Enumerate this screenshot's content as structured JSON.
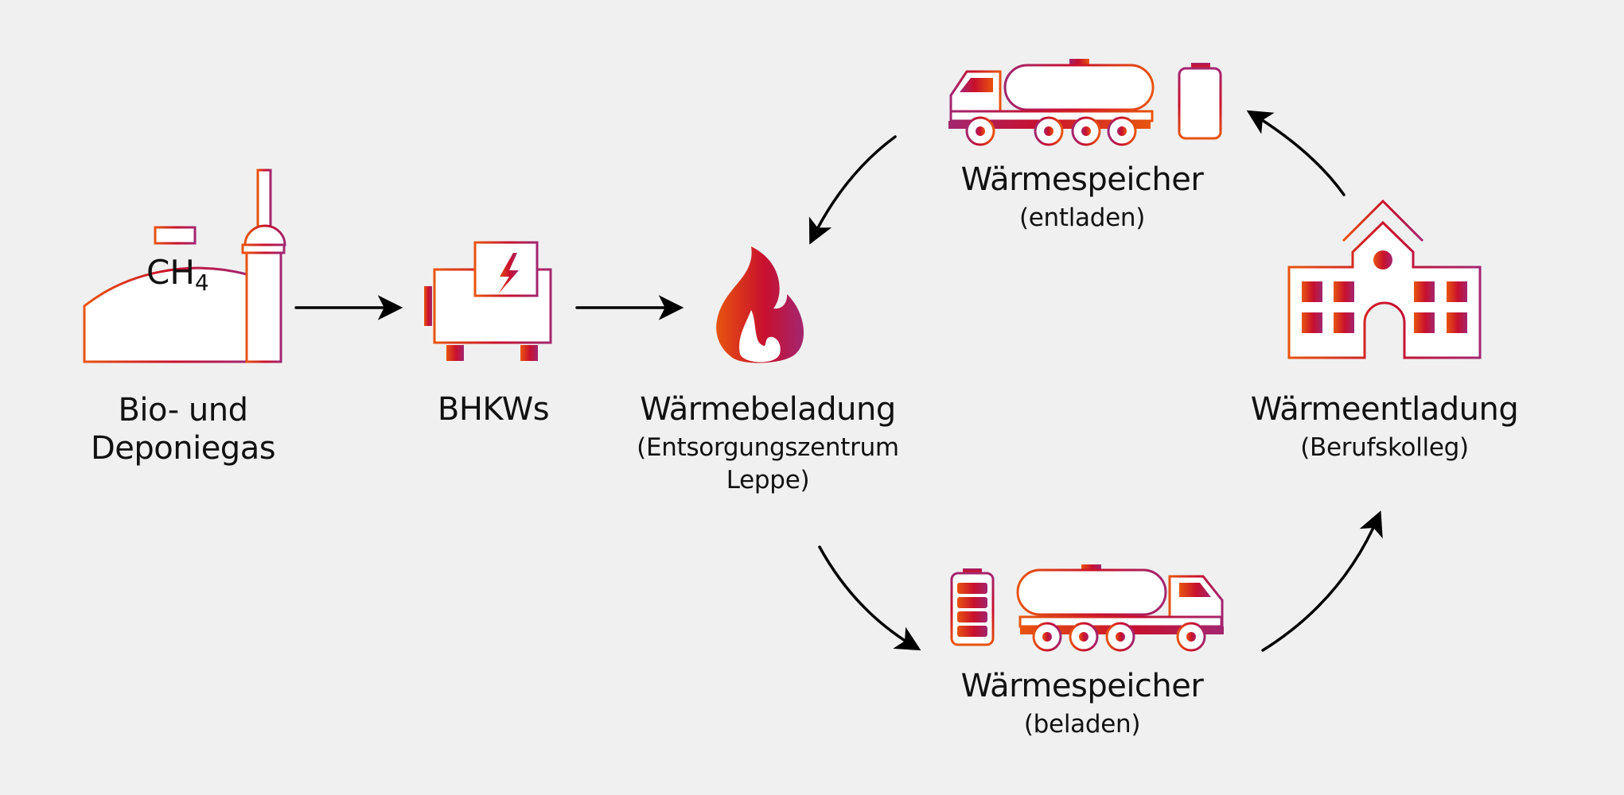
{
  "colors": {
    "background": "#f0f0f0",
    "gradient_start": "#e8540f",
    "gradient_mid": "#c8102e",
    "gradient_end": "#a3266f",
    "arrow": "#000000",
    "text": "#111111"
  },
  "nodes": {
    "biogas": {
      "icon": "biogas-plant-icon",
      "formula_main": "CH",
      "formula_sub": "4",
      "label_line1": "Bio- und",
      "label_line2": "Deponiegas"
    },
    "bhkw": {
      "icon": "generator-icon",
      "label": "BHKWs"
    },
    "beladung": {
      "icon": "flame-icon",
      "label": "Wärmebeladung",
      "sub_line1": "(Entsorgungszentrum",
      "sub_line2": "Leppe)"
    },
    "speicher_entladen": {
      "icon": "tanker-truck-empty-battery-icon",
      "label": "Wärmespeicher",
      "sub": "(entladen)"
    },
    "speicher_beladen": {
      "icon": "tanker-truck-full-battery-icon",
      "label": "Wärmespeicher",
      "sub": "(beladen)"
    },
    "entladung": {
      "icon": "school-building-icon",
      "label": "Wärmeentladung",
      "sub": "(Berufskolleg)"
    }
  },
  "edges": [
    {
      "from": "biogas",
      "to": "bhkw",
      "style": "straight"
    },
    {
      "from": "bhkw",
      "to": "beladung",
      "style": "straight"
    },
    {
      "from": "beladung",
      "to": "speicher_beladen",
      "style": "curved"
    },
    {
      "from": "speicher_beladen",
      "to": "entladung",
      "style": "curved"
    },
    {
      "from": "entladung",
      "to": "speicher_entladen",
      "style": "curved"
    },
    {
      "from": "speicher_entladen",
      "to": "beladung",
      "style": "curved"
    }
  ]
}
